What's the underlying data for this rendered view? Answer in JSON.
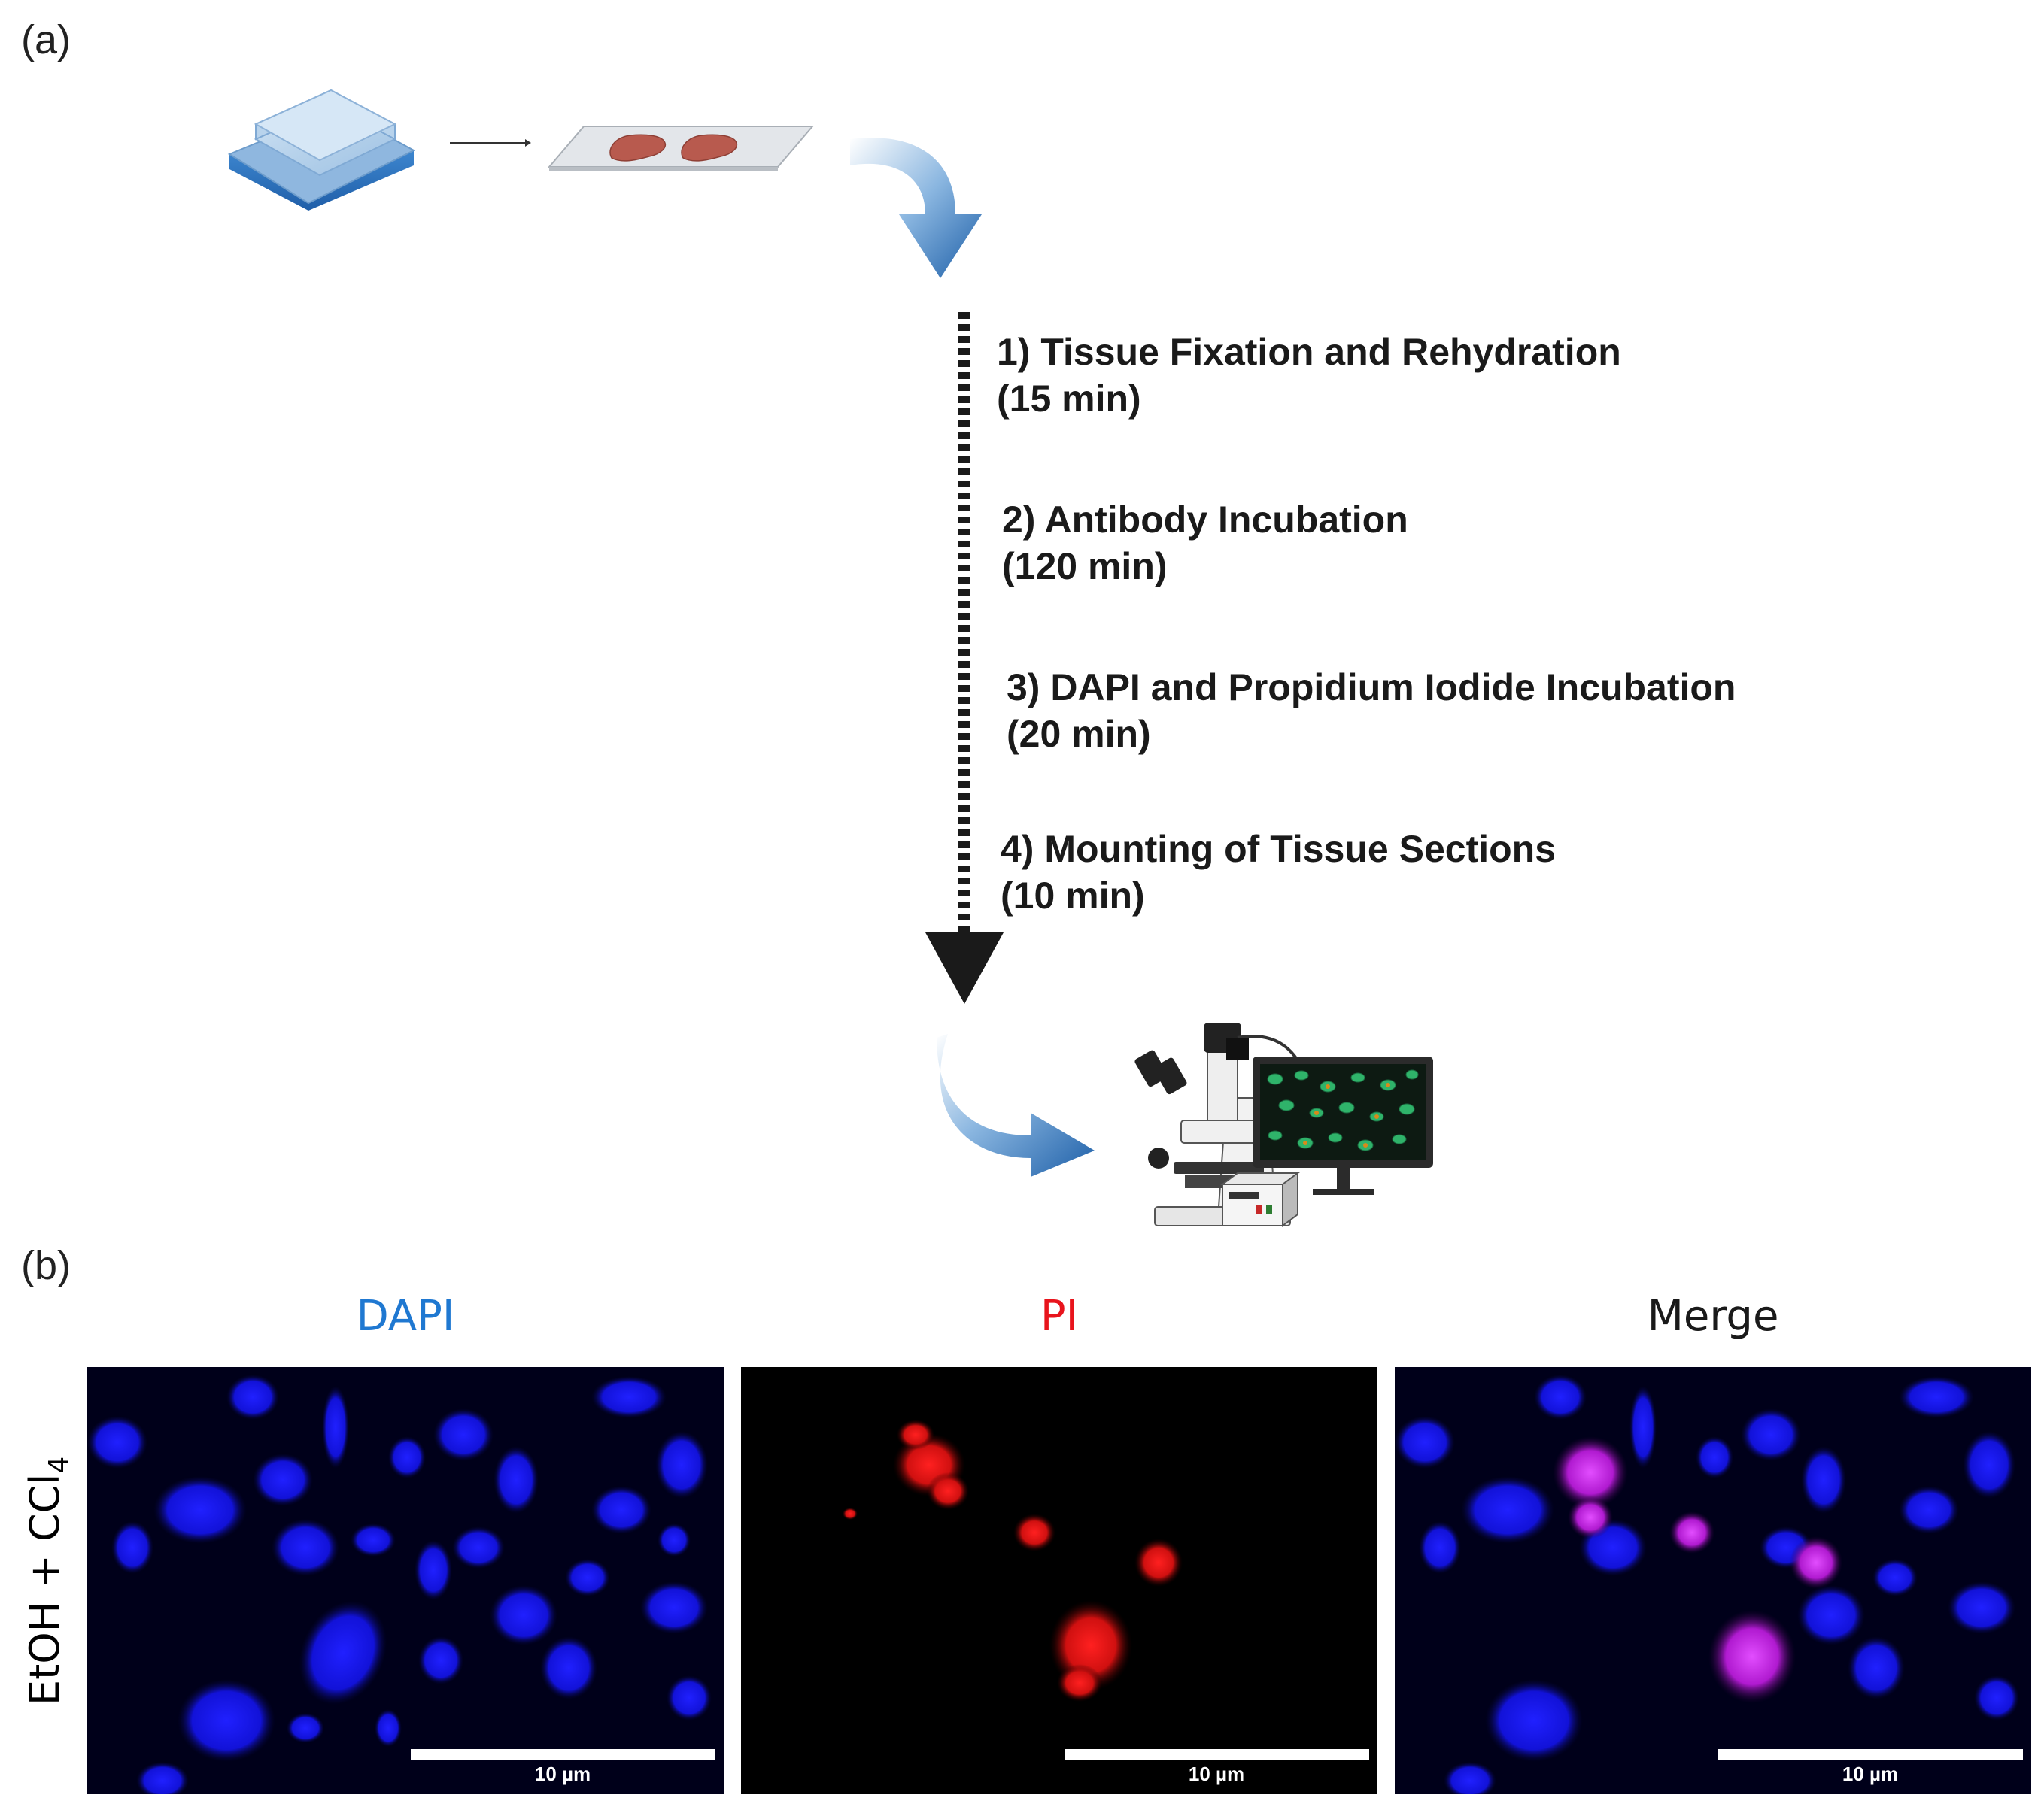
{
  "panel_a": {
    "label": "(a)",
    "steps": [
      {
        "title": "1) Tissue Fixation and Rehydration",
        "time": "(15 min)"
      },
      {
        "title": "2) Antibody Incubation",
        "time": "(120 min)"
      },
      {
        "title": "3) DAPI and Propidium Iodide Incubation",
        "time": "(20 min)"
      },
      {
        "title": "4) Mounting of Tissue Sections",
        "time": "(10 min)"
      }
    ],
    "icons": [
      "hotplate-icon",
      "tissue-slide-icon",
      "curved-arrow-icon",
      "dotted-down-arrow-icon",
      "microscope-icon",
      "monitor-icon"
    ]
  },
  "panel_b": {
    "label": "(b)",
    "row_label_main": "EtOH + CCl",
    "row_label_sub": "4",
    "channels": [
      {
        "name": "DAPI",
        "color": "#1f78d1",
        "scale": "10 µm"
      },
      {
        "name": "PI",
        "color": "#e8141c",
        "scale": "10 µm"
      },
      {
        "name": "Merge",
        "color": "#1a1a1a",
        "scale": "10 µm"
      }
    ]
  },
  "colors": {
    "arrow_blue": "#1e64a8",
    "dapi_blue": "#1010ff",
    "pi_red": "#e01010"
  }
}
